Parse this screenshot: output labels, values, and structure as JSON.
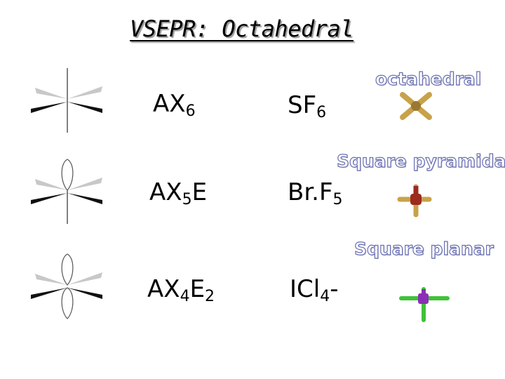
{
  "title": "VSEPR: Octahedral",
  "rows": [
    {
      "formula_main": "AX",
      "formula_sub1": "6",
      "formula_tail": "",
      "formula_sub2": "",
      "example_main": "SF",
      "example_sub": "6",
      "example_sup": "",
      "shape": "octahedral",
      "model_color": "#c8a24a",
      "center_color": "#9a7830"
    },
    {
      "formula_main": "AX",
      "formula_sub1": "5",
      "formula_tail": "E",
      "formula_sub2": "",
      "example_main": "Br.F",
      "example_sub": "5",
      "example_sup": "",
      "shape": "Square pyramida",
      "model_color": "#c8a24a",
      "center_color": "#9b2c1e"
    },
    {
      "formula_main": "AX",
      "formula_sub1": "4",
      "formula_tail": "E",
      "formula_sub2": "2",
      "example_main": "ICl",
      "example_sub": "4",
      "example_sup": "-",
      "shape": "Square planar",
      "model_color": "#3fc23a",
      "center_color": "#8a2fb5"
    }
  ]
}
